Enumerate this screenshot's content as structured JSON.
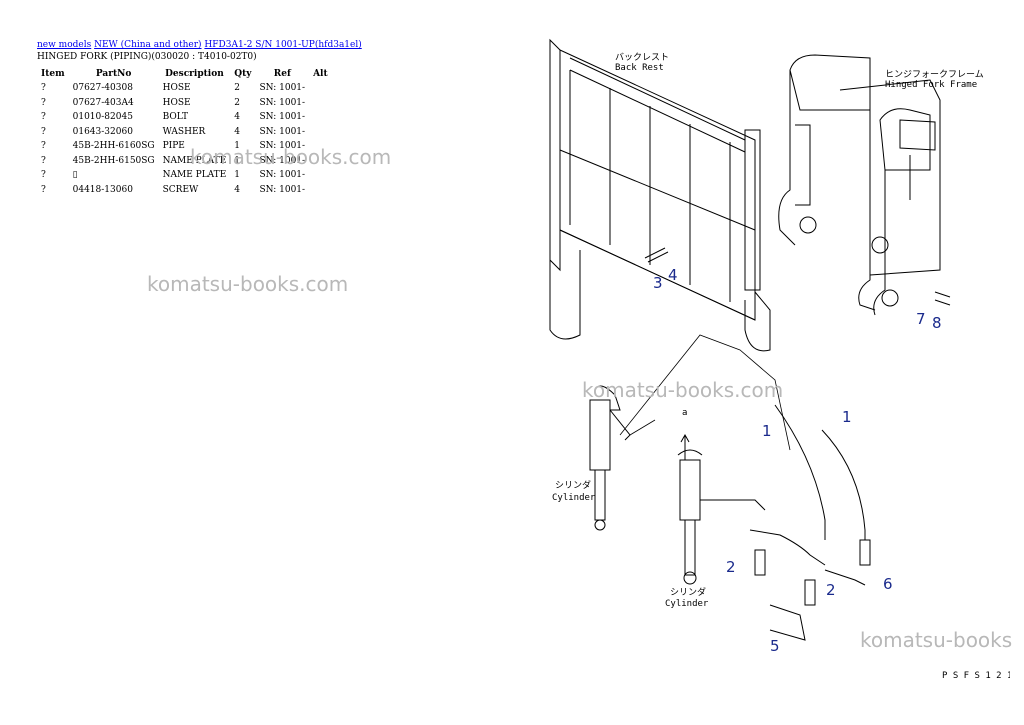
{
  "breadcrumb": {
    "new_models": "new models",
    "region": "NEW (China and other)",
    "model": "HFD3A1-2 S/N 1001-UP(hfd3a1el)"
  },
  "title": "HINGED FORK (PIPING)(030020 : T4010-02T0)",
  "table": {
    "headers": [
      "Item",
      "PartNo",
      "Description",
      "Qty",
      "Ref",
      "Alt"
    ],
    "rows": [
      [
        "?",
        "07627-40308",
        "HOSE",
        "2",
        "SN: 1001-",
        ""
      ],
      [
        "?",
        "07627-403A4",
        "HOSE",
        "2",
        "SN: 1001-",
        ""
      ],
      [
        "?",
        "01010-82045",
        "BOLT",
        "4",
        "SN: 1001-",
        ""
      ],
      [
        "?",
        "01643-32060",
        "WASHER",
        "4",
        "SN: 1001-",
        ""
      ],
      [
        "?",
        "45B-2HH-6160SG",
        "PIPE",
        "1",
        "SN: 1001-",
        ""
      ],
      [
        "?",
        "45B-2HH-6150SG",
        "NAME PLATE",
        "1",
        "SN: 1001-",
        ""
      ],
      [
        "?",
        "▯",
        "NAME PLATE",
        "1",
        "SN: 1001-",
        ""
      ],
      [
        "?",
        "04418-13060",
        "SCREW",
        "4",
        "SN: 1001-",
        ""
      ]
    ]
  },
  "watermark": {
    "text1": "komatsu-books.com",
    "text2": "komatsu-books.com",
    "text3": "komatsu-books.com",
    "text4": "komatsu-books"
  },
  "diagram": {
    "back_rest_jp": "バックレスト",
    "back_rest_en": "Back Rest",
    "fork_frame_jp": "ヒンジフォークフレーム",
    "fork_frame_en": "Hinged Fork Frame",
    "cylinder_jp": "シリンダ",
    "cylinder_en": "Cylinder",
    "arrow_label": "a",
    "callouts": {
      "c1a": "1",
      "c1b": "1",
      "c2a": "2",
      "c2b": "2",
      "c3": "3",
      "c4": "4",
      "c5": "5",
      "c6": "6",
      "c7": "7",
      "c8": "8"
    },
    "sheet_code": "P S F S 1 2 1"
  }
}
